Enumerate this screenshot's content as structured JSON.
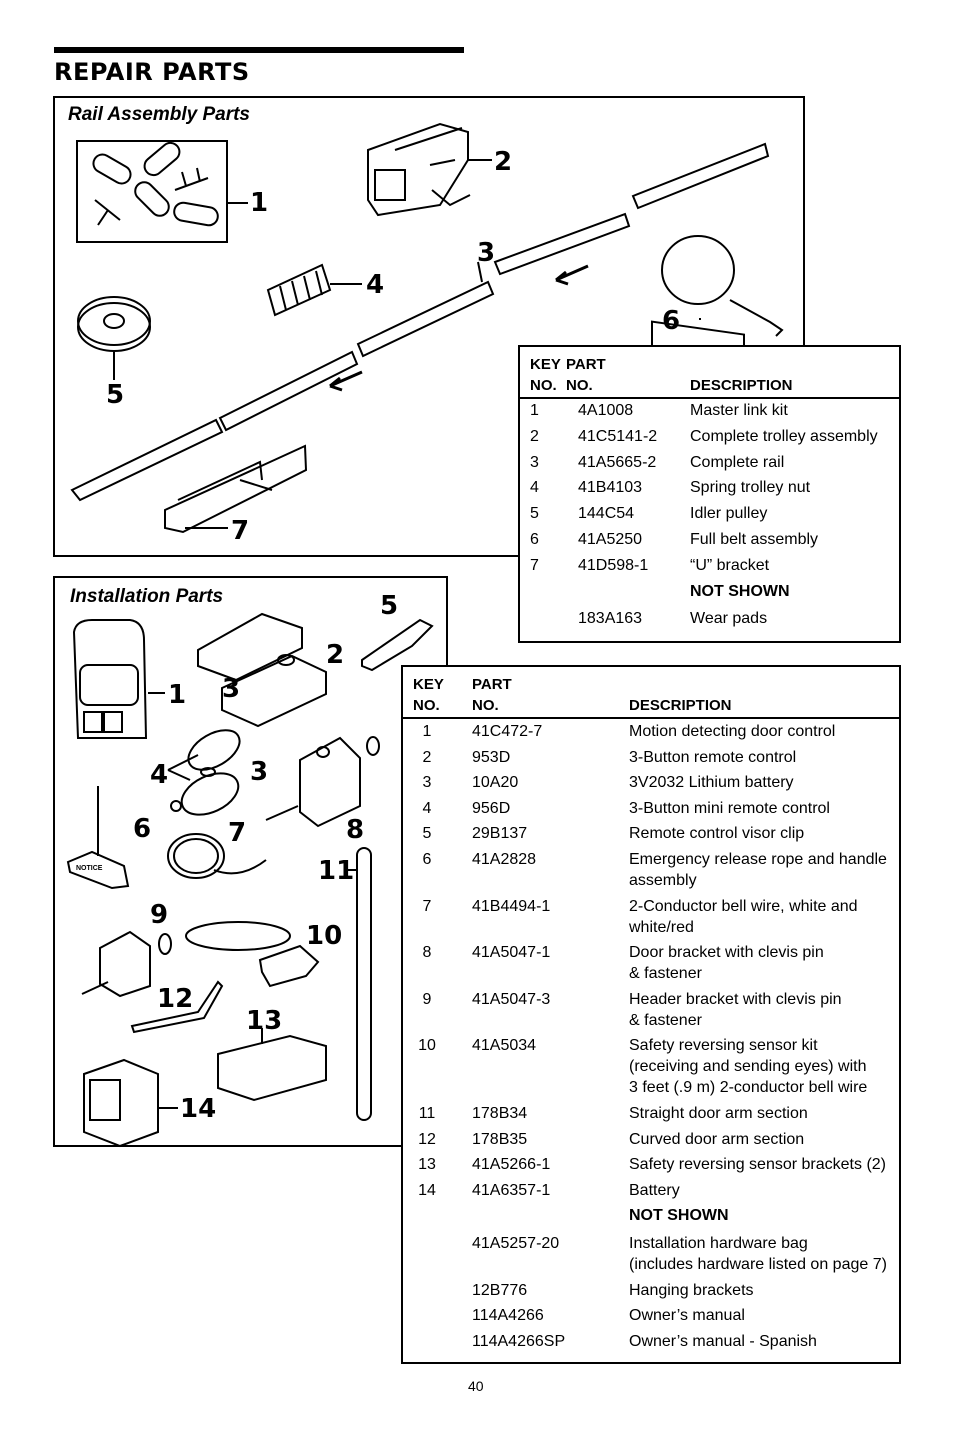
{
  "title": "REPAIR PARTS",
  "page_number": "40",
  "rail": {
    "section_title": "Rail Assembly Parts",
    "callouts": [
      "1",
      "2",
      "3",
      "4",
      "5",
      "6",
      "7"
    ],
    "table": {
      "head_key": "KEY",
      "head_no": "NO.",
      "head_part": "PART",
      "head_partno": "NO.",
      "head_desc": "DESCRIPTION",
      "rows": [
        {
          "key": "1",
          "part": "4A1008",
          "desc": "Master link kit"
        },
        {
          "key": "2",
          "part": "41C5141-2",
          "desc": "Complete trolley assembly"
        },
        {
          "key": "3",
          "part": "41A5665-2",
          "desc": "Complete rail"
        },
        {
          "key": "4",
          "part": "41B4103",
          "desc": "Spring trolley nut"
        },
        {
          "key": "5",
          "part": "144C54",
          "desc": "Idler pulley"
        },
        {
          "key": "6",
          "part": "41A5250",
          "desc": "Full belt assembly"
        },
        {
          "key": "7",
          "part": "41D598-1",
          "desc": "“U” bracket"
        }
      ],
      "not_shown_label": "NOT SHOWN",
      "not_shown": [
        {
          "part": "183A163",
          "desc": "Wear pads"
        }
      ]
    }
  },
  "install": {
    "section_title": "Installation Parts",
    "callouts": [
      "1",
      "2",
      "3",
      "3",
      "4",
      "5",
      "6",
      "7",
      "8",
      "9",
      "10",
      "11",
      "12",
      "13",
      "14"
    ],
    "notice_label": "NOTICE",
    "table": {
      "head_key": "KEY",
      "head_no": "NO.",
      "head_part": "PART",
      "head_partno": "NO.",
      "head_desc": "DESCRIPTION",
      "rows": [
        {
          "key": "1",
          "part": "41C472-7",
          "desc": "Motion detecting door control"
        },
        {
          "key": "2",
          "part": "953D",
          "desc": "3-Button remote control"
        },
        {
          "key": "3",
          "part": "10A20",
          "desc": "3V2032 Lithium battery"
        },
        {
          "key": "4",
          "part": "956D",
          "desc": "3-Button mini remote control"
        },
        {
          "key": "5",
          "part": "29B137",
          "desc": "Remote control visor clip"
        },
        {
          "key": "6",
          "part": "41A2828",
          "desc": "Emergency release rope and handle assembly"
        },
        {
          "key": "7",
          "part": "41B4494-1",
          "desc": "2-Conductor bell wire, white and white/red"
        },
        {
          "key": "8",
          "part": "41A5047-1",
          "desc": "Door bracket with clevis pin\n& fastener"
        },
        {
          "key": "9",
          "part": "41A5047-3",
          "desc": "Header bracket with clevis pin\n& fastener"
        },
        {
          "key": "10",
          "part": "41A5034",
          "desc": "Safety reversing sensor kit\n(receiving and sending eyes) with\n3 feet (.9 m) 2-conductor bell wire"
        },
        {
          "key": "11",
          "part": "178B34",
          "desc": "Straight door arm section"
        },
        {
          "key": "12",
          "part": "178B35",
          "desc": "Curved door arm section"
        },
        {
          "key": "13",
          "part": "41A5266-1",
          "desc": "Safety reversing sensor brackets (2)"
        },
        {
          "key": "14",
          "part": "41A6357-1",
          "desc": "Battery"
        }
      ],
      "not_shown_label": "NOT SHOWN",
      "not_shown": [
        {
          "part": "41A5257-20",
          "desc": "Installation hardware bag\n(includes hardware listed on page 7)"
        },
        {
          "part": "12B776",
          "desc": "Hanging brackets"
        },
        {
          "part": "114A4266",
          "desc": "Owner’s manual"
        },
        {
          "part": "114A4266SP",
          "desc": "Owner’s manual - Spanish"
        }
      ]
    }
  }
}
